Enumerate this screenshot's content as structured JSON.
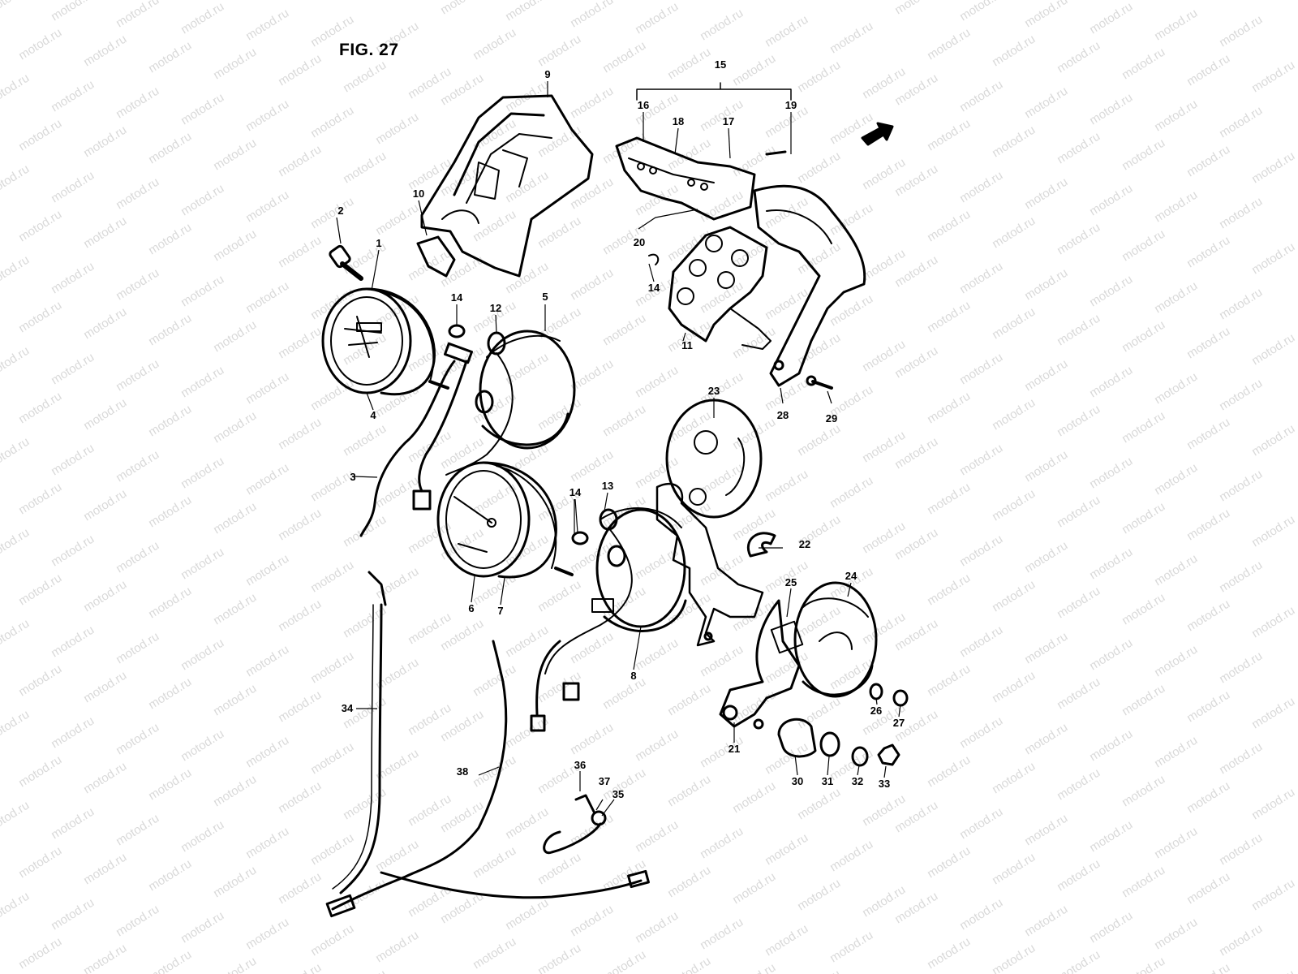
{
  "figure": {
    "title": "FIG. 27"
  },
  "watermark": {
    "text": "motod.ru"
  },
  "callouts": [
    "1",
    "2",
    "3",
    "4",
    "5",
    "6",
    "7",
    "8",
    "9",
    "10",
    "11",
    "12",
    "13",
    "14",
    "14",
    "14",
    "15",
    "16",
    "17",
    "18",
    "19",
    "20",
    "21",
    "22",
    "23",
    "24",
    "25",
    "26",
    "27",
    "28",
    "29",
    "30",
    "31",
    "32",
    "33",
    "34",
    "35",
    "36",
    "37",
    "38"
  ],
  "colors": {
    "ink": "#000000",
    "watermark": "#d9d9d9",
    "background": "#ffffff"
  }
}
